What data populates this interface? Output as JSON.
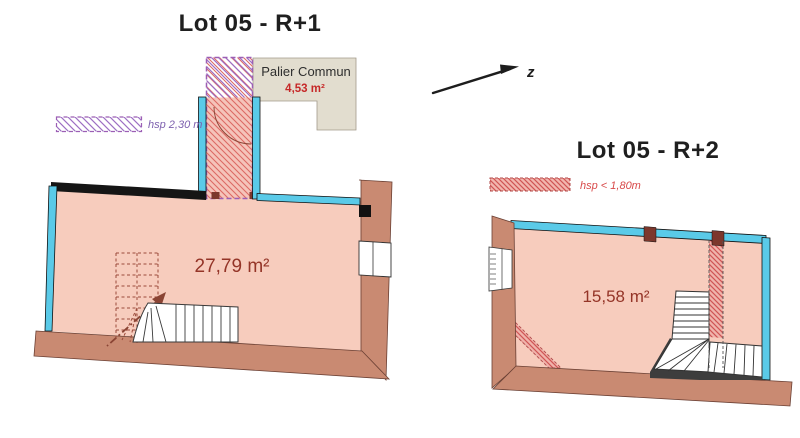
{
  "plans": {
    "r1": {
      "title": "Lot 05 - R+1",
      "area_label": "27,79 m²",
      "palier_name": "Palier Commun",
      "palier_area": "4,53 m²",
      "legend_label": "hsp 2,30 m"
    },
    "r2": {
      "title": "Lot 05 - R+2",
      "area_label": "15,58 m²",
      "legend_label": "hsp < 1,80m"
    }
  },
  "north": {
    "label": "z"
  },
  "colors": {
    "interior_pink": "#f7ccbd",
    "wall_brown": "#c98a72",
    "wall_outline": "#6b4034",
    "glazing_cyan": "#5acae8",
    "wall_black": "#151515",
    "palier_beige": "#e2ddcf",
    "hatch_red": "#dc6a64",
    "hatch_purple": "#9d6fc3",
    "area_text": "#943427",
    "palier_area_text": "#c62828",
    "legend_purple_text": "#7d5fae",
    "legend_red_text": "#d84a4a",
    "stair_dark": "#3d3d3d"
  }
}
